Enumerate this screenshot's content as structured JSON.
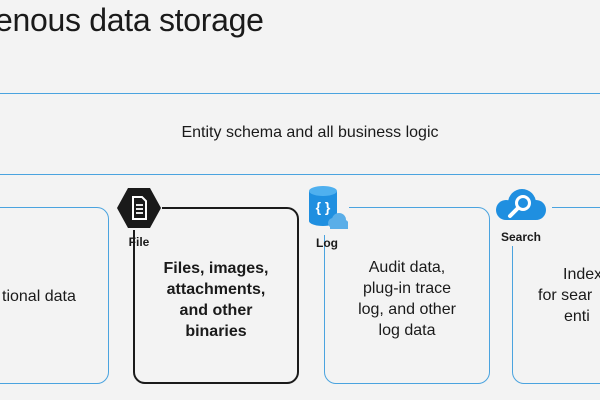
{
  "title": "ogenous data storage",
  "band_text": "Entity schema and all business logic",
  "stores": [
    {
      "label": "",
      "icon": "none",
      "text_lines": [
        "tional data"
      ]
    },
    {
      "label": "File",
      "icon": "file-hexagon-icon",
      "text_lines": [
        "Files, images,",
        "attachments,",
        "and other",
        "binaries"
      ]
    },
    {
      "label": "Log",
      "icon": "database-cloud-icon",
      "text_lines": [
        "Audit data,",
        "plug-in trace",
        "log, and other",
        "log data"
      ]
    },
    {
      "label": "Search",
      "icon": "search-cloud-icon",
      "text_lines": [
        "Index",
        "for sear",
        "enti"
      ]
    }
  ],
  "colors": {
    "accent": "#4aa3df",
    "icon_blue": "#1f8fe0",
    "dark": "#1a1a1a",
    "background": "#f3f3f3"
  }
}
